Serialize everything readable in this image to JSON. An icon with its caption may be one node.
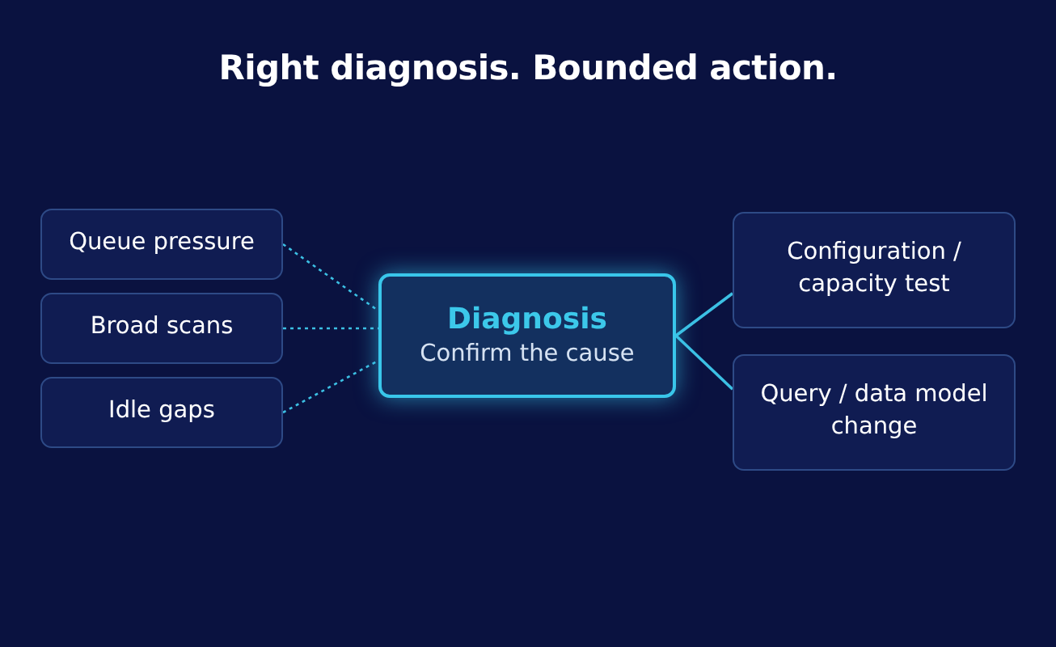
{
  "diagram": {
    "title": "Right diagnosis. **Bounded action.**",
    "nodes": [
      {
        "text": [
          "Queue pressure"
        ]
      },
      {
        "text": [
          "Broad scans"
        ]
      },
      {
        "text": [
          "Idle gaps"
        ]
      },
      {
        "text": [
          "Diagnosis",
          "Confirm the cause"
        ]
      },
      {
        "text": [
          "Configuration / capacity test"
        ]
      },
      {
        "text": [
          "Query / data model change"
        ]
      }
    ],
    "edges": [
      {
        "from": 0,
        "to": 3,
        "arrow": "none",
        "style": "dashed"
      },
      {
        "from": 1,
        "to": 3,
        "arrow": "none",
        "style": "dashed"
      },
      {
        "from": 2,
        "to": 3,
        "arrow": "none",
        "style": "dashed"
      },
      {
        "from": 3,
        "to": 4,
        "arrow": "none"
      },
      {
        "from": 3,
        "to": 5,
        "arrow": "none"
      }
    ]
  }
}
